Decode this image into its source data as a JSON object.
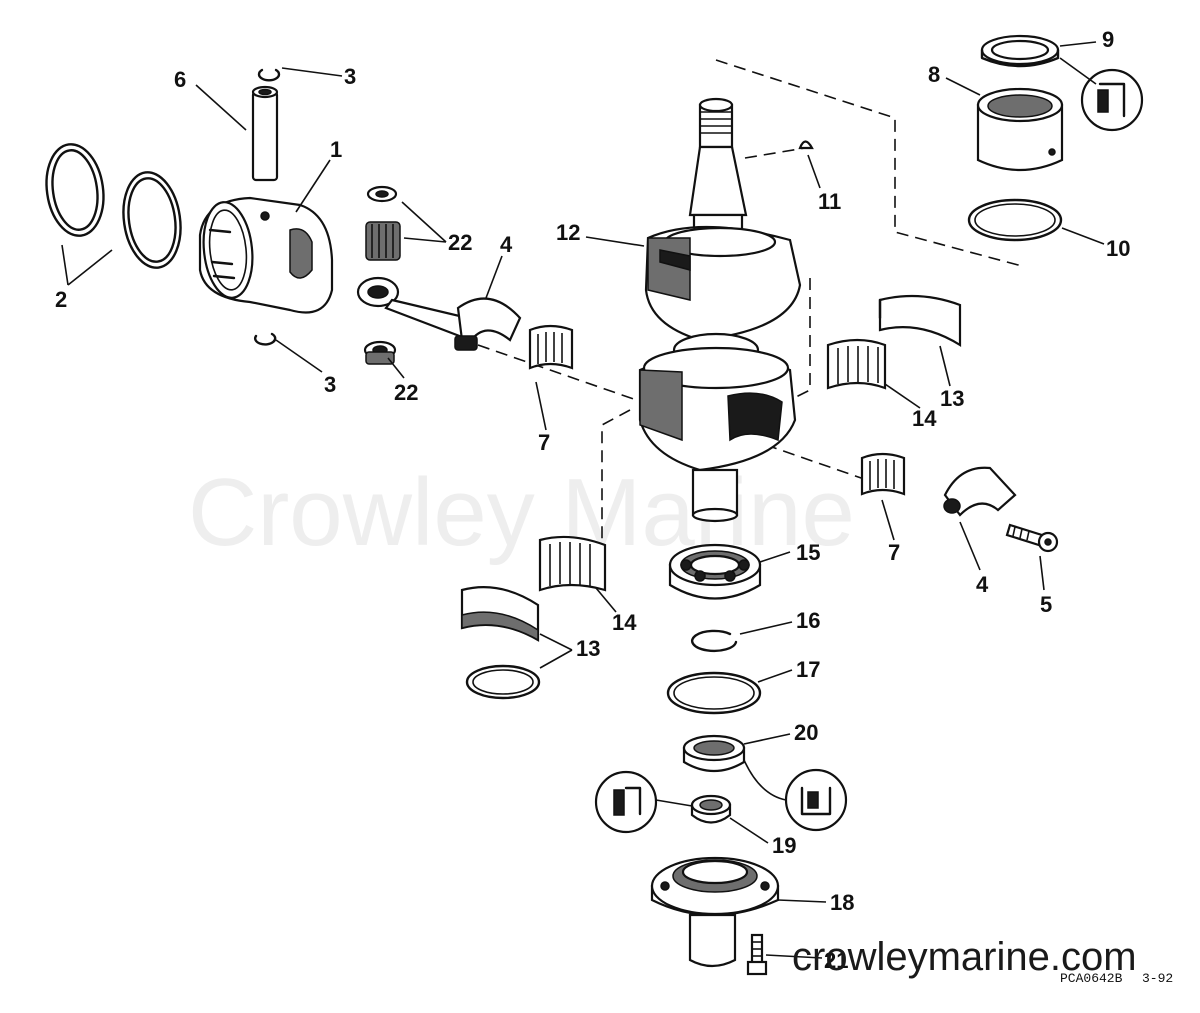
{
  "diagram": {
    "watermark": "Crowley Marine",
    "site_url": "crowleymarine.com",
    "figure_code": "PCA0642B",
    "figure_date": "3-92",
    "callouts": [
      {
        "id": "c1",
        "text": "1"
      },
      {
        "id": "c2",
        "text": "2"
      },
      {
        "id": "c3a",
        "text": "3"
      },
      {
        "id": "c3b",
        "text": "3"
      },
      {
        "id": "c4a",
        "text": "4"
      },
      {
        "id": "c4b",
        "text": "4"
      },
      {
        "id": "c5",
        "text": "5"
      },
      {
        "id": "c6",
        "text": "6"
      },
      {
        "id": "c7a",
        "text": "7"
      },
      {
        "id": "c7b",
        "text": "7"
      },
      {
        "id": "c8",
        "text": "8"
      },
      {
        "id": "c9",
        "text": "9"
      },
      {
        "id": "c10",
        "text": "10"
      },
      {
        "id": "c11",
        "text": "11"
      },
      {
        "id": "c12",
        "text": "12"
      },
      {
        "id": "c13a",
        "text": "13"
      },
      {
        "id": "c13b",
        "text": "13"
      },
      {
        "id": "c14a",
        "text": "14"
      },
      {
        "id": "c14b",
        "text": "14"
      },
      {
        "id": "c15",
        "text": "15"
      },
      {
        "id": "c16",
        "text": "16"
      },
      {
        "id": "c17",
        "text": "17"
      },
      {
        "id": "c18",
        "text": "18"
      },
      {
        "id": "c19",
        "text": "19"
      },
      {
        "id": "c20",
        "text": "20"
      },
      {
        "id": "c21",
        "text": "21"
      },
      {
        "id": "c22a",
        "text": "22"
      },
      {
        "id": "c22b",
        "text": "22"
      }
    ]
  }
}
